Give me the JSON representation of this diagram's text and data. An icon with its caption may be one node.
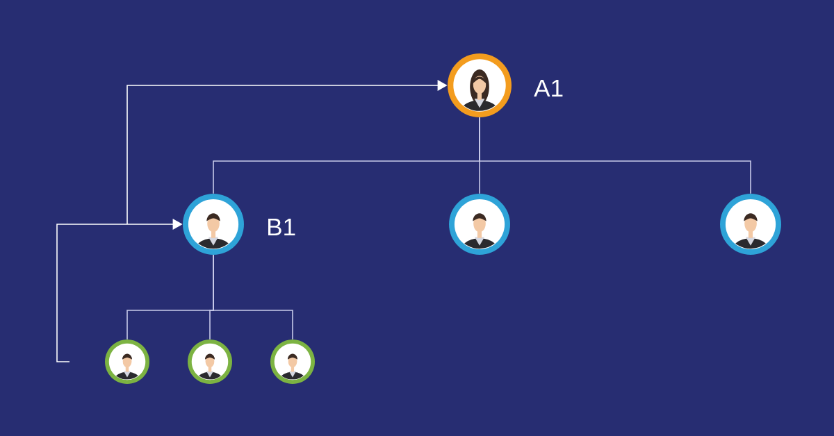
{
  "diagram": {
    "nodes": [
      {
        "text": [],
        "shape": "person",
        "beside": [
          "A1"
        ]
      },
      {
        "text": [],
        "shape": "person",
        "beside": [
          "B1"
        ]
      },
      {
        "text": [],
        "shape": "person"
      },
      {
        "text": [],
        "shape": "person"
      },
      {
        "text": [],
        "shape": "person"
      },
      {
        "text": [],
        "shape": "person"
      },
      {
        "text": [],
        "shape": "person"
      }
    ],
    "edges": [
      {
        "from": 0,
        "to": 1,
        "arrow": "none"
      },
      {
        "from": 0,
        "to": 2,
        "arrow": "none"
      },
      {
        "from": 0,
        "to": 3,
        "arrow": "none"
      },
      {
        "from": 1,
        "to": 4,
        "arrow": "none"
      },
      {
        "from": 1,
        "to": 5,
        "arrow": "none"
      },
      {
        "from": 1,
        "to": 6,
        "arrow": "none"
      },
      {
        "from": null,
        "to": 1,
        "arrow": "to",
        "color": "#ffffff"
      },
      {
        "from": null,
        "to": 0,
        "arrow": "to",
        "color": "#ffffff"
      }
    ]
  }
}
